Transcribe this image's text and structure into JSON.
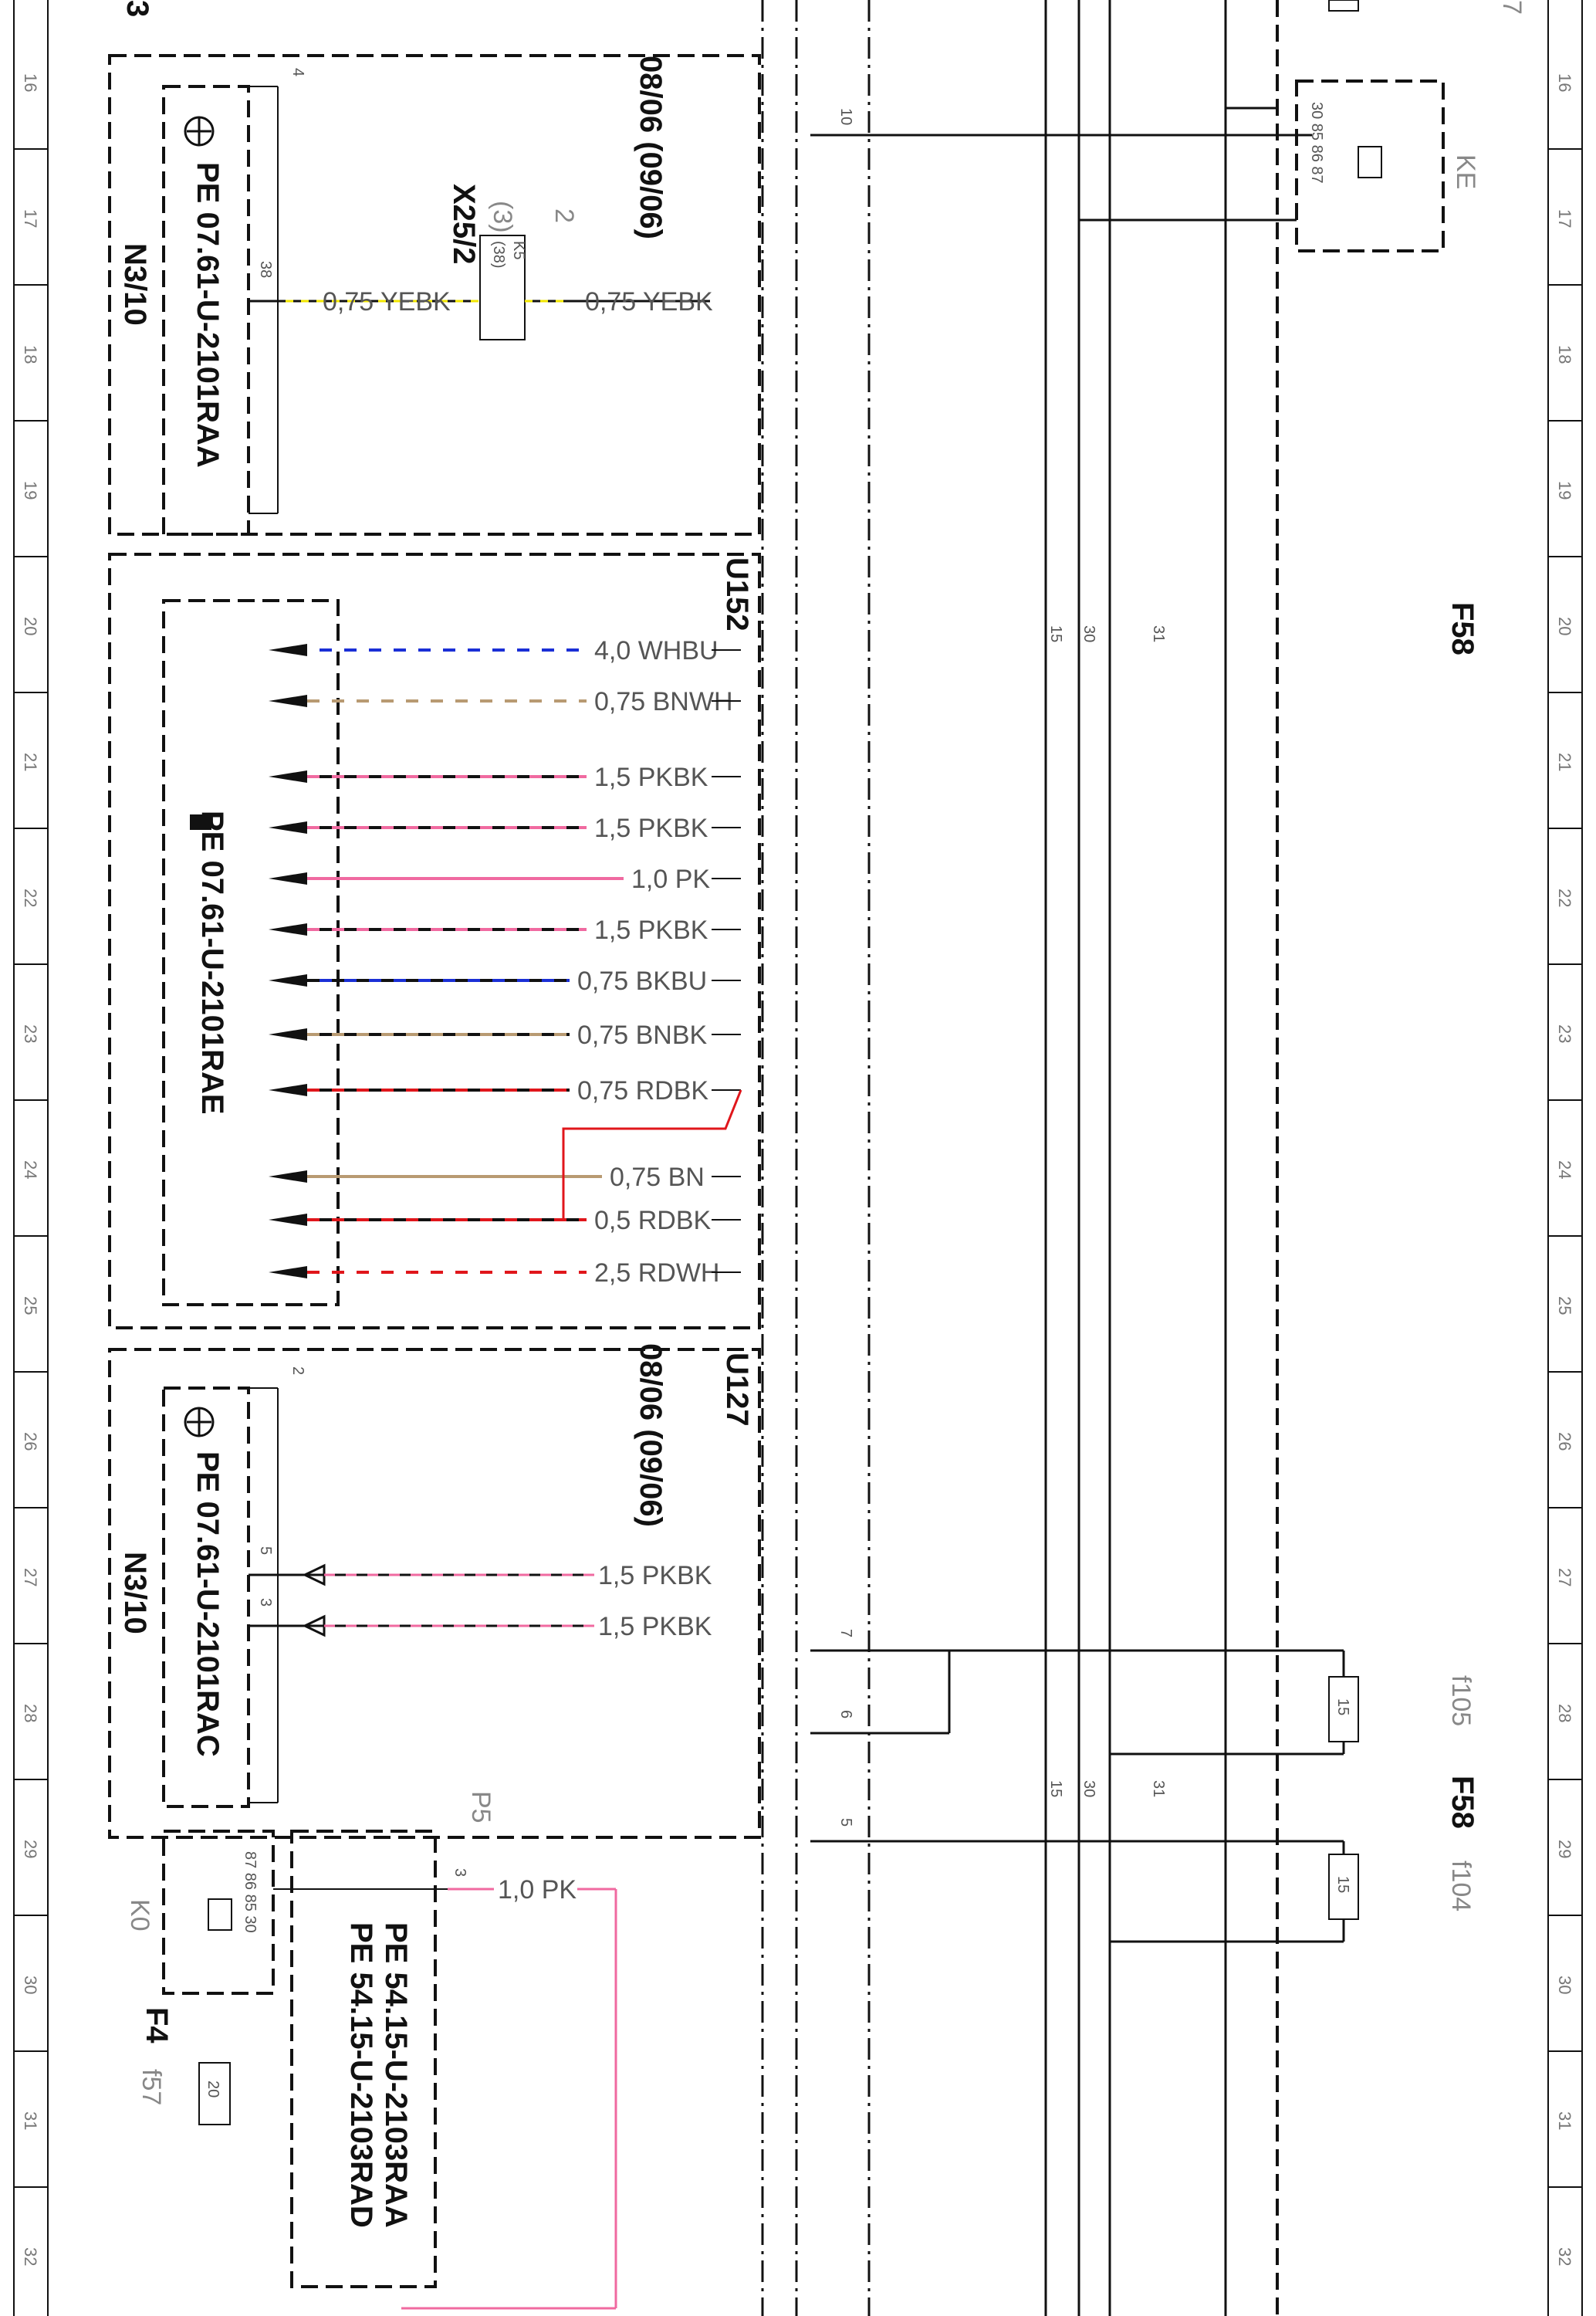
{
  "colors": {
    "yellow": "#f2e600",
    "blue": "#1a2fd6",
    "brown": "#b89a72",
    "pink": "#f06aa0",
    "red": "#e0161b",
    "white": "#ffffff",
    "black": "#111111"
  },
  "grid_numbers": [
    "16",
    "17",
    "18",
    "19",
    "20",
    "21",
    "22",
    "23",
    "24",
    "25",
    "26",
    "27",
    "28",
    "29",
    "30",
    "31",
    "32"
  ],
  "top_partial": {
    "label": "3"
  },
  "block_top": {
    "component": "N3/10",
    "pe_ref": "PE 07.61-U-2101RAA",
    "date_note": "08/06 (09/06)",
    "pin_label": "4",
    "pin_38": "38",
    "connector": "X25/2",
    "conn_note": "(3)",
    "conn_pin": "2",
    "conn_k5": "K5",
    "conn_38": "(38)",
    "wire_left": "0,75 YEBK",
    "wire_right": "0,75 YEBK"
  },
  "block_u152": {
    "id": "U152",
    "pe_ref": "PE 07.61-U-2101RAE",
    "wires": [
      {
        "label": "4,0 WHBU",
        "c1": "white",
        "c2": "blue"
      },
      {
        "label": "0,75 BNWH",
        "c1": "brown",
        "c2": "white"
      },
      {
        "label": "1,5 PKBK",
        "c1": "pink",
        "c2": "black"
      },
      {
        "label": "1,5 PKBK",
        "c1": "pink",
        "c2": "black"
      },
      {
        "label": "1,0 PK",
        "c1": "pink",
        "c2": "pink"
      },
      {
        "label": "1,5 PKBK",
        "c1": "pink",
        "c2": "black"
      },
      {
        "label": "0,75 BKBU",
        "c1": "black",
        "c2": "blue"
      },
      {
        "label": "0,75 BNBK",
        "c1": "brown",
        "c2": "black"
      },
      {
        "label": "0,75 RDBK",
        "c1": "red",
        "c2": "black"
      },
      {
        "label": "0,75 BN",
        "c1": "brown",
        "c2": "brown"
      },
      {
        "label": "0,5 RDBK",
        "c1": "red",
        "c2": "black"
      },
      {
        "label": "2,5 RDWH",
        "c1": "red",
        "c2": "white"
      }
    ]
  },
  "block_u127": {
    "id": "U127",
    "component": "N3/10",
    "pe_ref": "PE 07.61-U-2101RAC",
    "date_note": "08/06 (09/06)",
    "pin_label": "2",
    "pin_5": "5",
    "pin_3": "3",
    "wire1": "1,5 PKBK",
    "wire2": "1,5 PKBK"
  },
  "block_bottom": {
    "relay": "K0",
    "fuse_block": "F4",
    "fuse": "f57",
    "fuse_value": "20",
    "pe_ref1": "PE 54.15-U-2103RAA",
    "pe_ref2": "PE 54.15-U-2103RAD",
    "connector": "P5",
    "pin_3": "3",
    "wire": "1,0 PK",
    "relay_pins": "87 86 85 30"
  },
  "bus": {
    "rail_15": "15",
    "rail_30": "30",
    "rail_31": "31",
    "pin_10": "10",
    "pin_7": "7",
    "pin_6": "6",
    "pin_5": "5"
  },
  "right": {
    "relay": "KE",
    "relay_pins": "30 85 86 87",
    "fuse_block": "F58",
    "fuse_block_2": "F58",
    "fuse_f105": "f105",
    "fuse_f104": "f104",
    "fuse_value_1": "15",
    "fuse_value_2": "15",
    "top_partial": "7"
  }
}
